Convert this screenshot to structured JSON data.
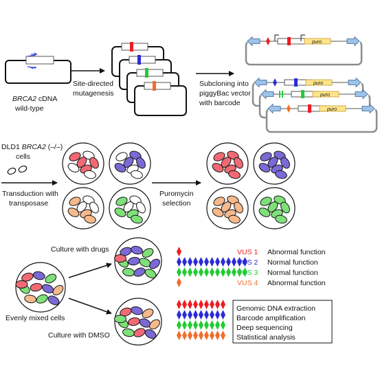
{
  "colors": {
    "red": "#ee1c25",
    "blue": "#2b2bd6",
    "green": "#22cc33",
    "orange": "#f26d2b",
    "pink": "#f06a74",
    "purple": "#7b6ad6",
    "peach": "#f5b98c",
    "lightgreen": "#7fe07a",
    "arrow_blue": "#9cc3ea",
    "puro_yellow": "#fde58a",
    "vector_gray": "#8c8c8c",
    "primer_blue": "#2a3ed8"
  },
  "top": {
    "wildtype_gene": "BRCA2",
    "wildtype_rest": " cDNA",
    "wildtype_line2": "wild-type",
    "mutagenesis_line1": "Site-directed",
    "mutagenesis_line2": "mutagenesis",
    "subcloning_line1": "Subcloning into",
    "subcloning_line2": "piggyBac vector",
    "subcloning_line3": "with barcode",
    "puro": "puro"
  },
  "middle": {
    "cells_prefix": "DLD1 ",
    "cells_gene": "BRCA2",
    "cells_suffix": " (–/–)",
    "cells_line2": "cells",
    "transduction_line1": "Transduction with",
    "transduction_line2": "transposase",
    "selection_line1": "Puromycin",
    "selection_line2": "selection"
  },
  "bottom": {
    "culture_drugs": "Culture with drugs",
    "culture_dmso": "Culture with DMSO",
    "evenly_mixed": "Evenly mixed cells",
    "vus": [
      {
        "name": "VUS 1",
        "result": "Abnormal function",
        "color": "#ee1c25",
        "drug_count": 1
      },
      {
        "name": "VUS 2",
        "result": "Normal function",
        "color": "#2b2bd6",
        "drug_count": 13
      },
      {
        "name": "VUS 3",
        "result": "Normal function",
        "color": "#22cc33",
        "drug_count": 13
      },
      {
        "name": "VUS 4",
        "result": "Abnormal function",
        "color": "#f26d2b",
        "drug_count": 1
      }
    ],
    "dmso_count": 9,
    "analysis_steps": [
      "Genomic DNA extraction",
      "Barcode amplification",
      "Deep sequencing",
      "Statistical analysis"
    ]
  }
}
